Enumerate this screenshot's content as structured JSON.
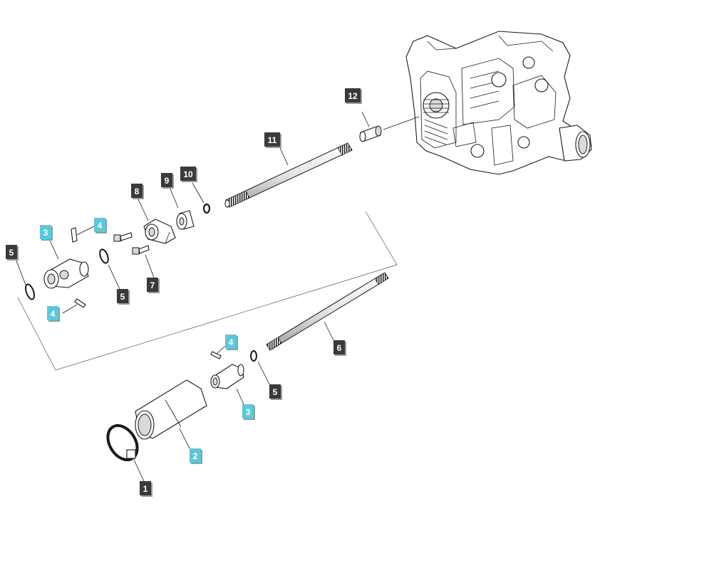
{
  "callout_colors": {
    "dark": "#3a3a3a",
    "highlight": "#5bc8dc",
    "shadow": "#9a9a9a"
  },
  "callouts": [
    {
      "id": "c1",
      "label": "1",
      "style": "dark"
    },
    {
      "id": "c2",
      "label": "2",
      "style": "highlight"
    },
    {
      "id": "c3a",
      "label": "3",
      "style": "highlight"
    },
    {
      "id": "c3b",
      "label": "3",
      "style": "highlight"
    },
    {
      "id": "c4a",
      "label": "4",
      "style": "highlight"
    },
    {
      "id": "c4b",
      "label": "4",
      "style": "highlight"
    },
    {
      "id": "c4c",
      "label": "4",
      "style": "highlight"
    },
    {
      "id": "c5a",
      "label": "5",
      "style": "dark"
    },
    {
      "id": "c5b",
      "label": "5",
      "style": "dark"
    },
    {
      "id": "c5c",
      "label": "5",
      "style": "dark"
    },
    {
      "id": "c6",
      "label": "6",
      "style": "dark"
    },
    {
      "id": "c7",
      "label": "7",
      "style": "dark"
    },
    {
      "id": "c8",
      "label": "8",
      "style": "dark"
    },
    {
      "id": "c9",
      "label": "9",
      "style": "dark"
    },
    {
      "id": "c10",
      "label": "10",
      "style": "dark"
    },
    {
      "id": "c11",
      "label": "11",
      "style": "dark"
    },
    {
      "id": "c12",
      "label": "12",
      "style": "dark"
    }
  ],
  "parts": [
    {
      "name": "clamp",
      "icon": "clamp-icon"
    },
    {
      "name": "boot",
      "icon": "boot-icon"
    },
    {
      "name": "universal-joint",
      "icon": "universal-joint-icon"
    },
    {
      "name": "roll-pin",
      "icon": "roll-pin-icon"
    },
    {
      "name": "retaining-ring",
      "icon": "retaining-ring-icon"
    },
    {
      "name": "shaft",
      "icon": "shaft-icon"
    },
    {
      "name": "bolt",
      "icon": "bolt-icon"
    },
    {
      "name": "bearing-flange",
      "icon": "bearing-flange-icon"
    },
    {
      "name": "bushing",
      "icon": "bushing-icon"
    },
    {
      "name": "snap-ring",
      "icon": "snap-ring-icon"
    },
    {
      "name": "input-shaft",
      "icon": "input-shaft-icon"
    },
    {
      "name": "coupler",
      "icon": "coupler-icon"
    },
    {
      "name": "transaxle",
      "icon": "transaxle-icon"
    }
  ]
}
